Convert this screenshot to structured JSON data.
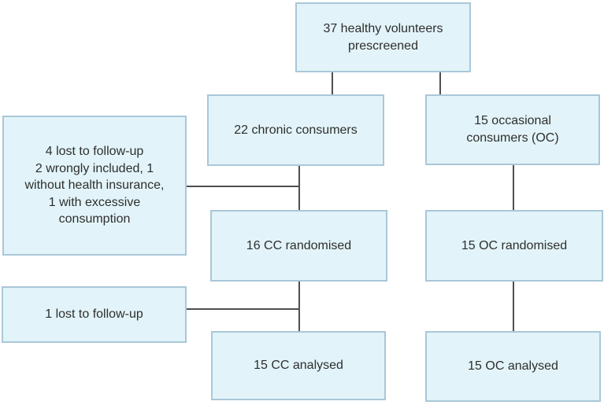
{
  "diagram": {
    "type": "flowchart",
    "colors": {
      "background": "#ffffff",
      "box_fill": "#e2f4f9",
      "box_border": "#aac7d8",
      "line": "#4f4f4f",
      "text": "#2e2e2e"
    },
    "nodes": {
      "prescreened": {
        "label": "37 healthy volunteers\nprescreened"
      },
      "chronic": {
        "label": "22 chronic consumers"
      },
      "occasional": {
        "label": "15 occasional\nconsumers (OC)"
      },
      "cc_excluded": {
        "label": "4 lost to follow-up\n2 wrongly included, 1\nwithout health insurance,\n1 with excessive\nconsumption"
      },
      "cc_randomised": {
        "label": "16 CC randomised"
      },
      "oc_randomised": {
        "label": "15 OC randomised"
      },
      "cc_lost": {
        "label": "1 lost to follow-up"
      },
      "cc_analysed": {
        "label": "15 CC analysed"
      },
      "oc_analysed": {
        "label": "15 OC analysed"
      }
    },
    "edges": [
      {
        "from": "prescreened",
        "to": "chronic"
      },
      {
        "from": "prescreened",
        "to": "occasional"
      },
      {
        "from": "chronic",
        "to": "cc_randomised"
      },
      {
        "from": "occasional",
        "to": "oc_randomised"
      },
      {
        "from": "cc_excluded",
        "to": "chronic-to-cc_randomised-line"
      },
      {
        "from": "cc_randomised",
        "to": "cc_analysed"
      },
      {
        "from": "oc_randomised",
        "to": "oc_analysed"
      },
      {
        "from": "cc_lost",
        "to": "cc_randomised-to-cc_analysed-line"
      }
    ]
  }
}
